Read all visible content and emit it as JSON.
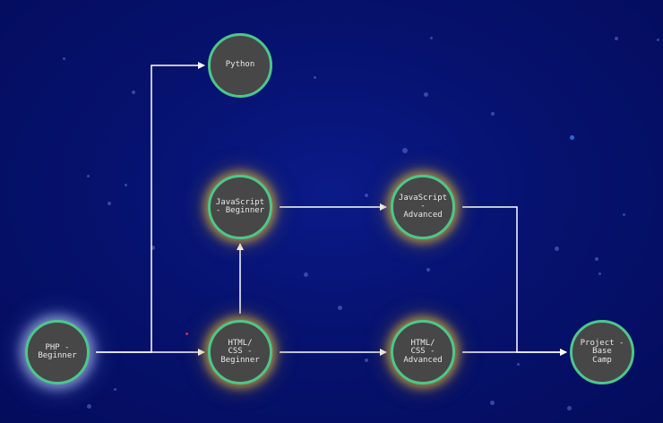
{
  "colors": {
    "background": "#06126f",
    "node_fill": "#474747",
    "node_border": "#4cc78a",
    "connector": "#ffffff",
    "glow_gold": "#c4a03c",
    "glow_white": "#c8dcff"
  },
  "nodes": [
    {
      "id": "php-beginner",
      "label": "PHP -\nBeginner",
      "glow": "white"
    },
    {
      "id": "python",
      "label": "Python",
      "glow": "none"
    },
    {
      "id": "js-beginner",
      "label": "JavaScript\n- Beginner",
      "glow": "gold"
    },
    {
      "id": "js-advanced",
      "label": "JavaScript\n-\nAdvanced",
      "glow": "gold"
    },
    {
      "id": "html-css-beginner",
      "label": "HTML/\nCSS -\nBeginner",
      "glow": "gold"
    },
    {
      "id": "html-css-advanced",
      "label": "HTML/\nCSS -\nAdvanced",
      "glow": "gold"
    },
    {
      "id": "project-base-camp",
      "label": "Project -\nBase\nCamp",
      "glow": "none"
    }
  ],
  "edges": [
    {
      "from": "php-beginner",
      "to": "python"
    },
    {
      "from": "php-beginner",
      "to": "html-css-beginner"
    },
    {
      "from": "html-css-beginner",
      "to": "js-beginner"
    },
    {
      "from": "html-css-beginner",
      "to": "html-css-advanced"
    },
    {
      "from": "js-beginner",
      "to": "js-advanced"
    },
    {
      "from": "js-advanced",
      "to": "project-base-camp"
    },
    {
      "from": "html-css-advanced",
      "to": "project-base-camp"
    }
  ]
}
